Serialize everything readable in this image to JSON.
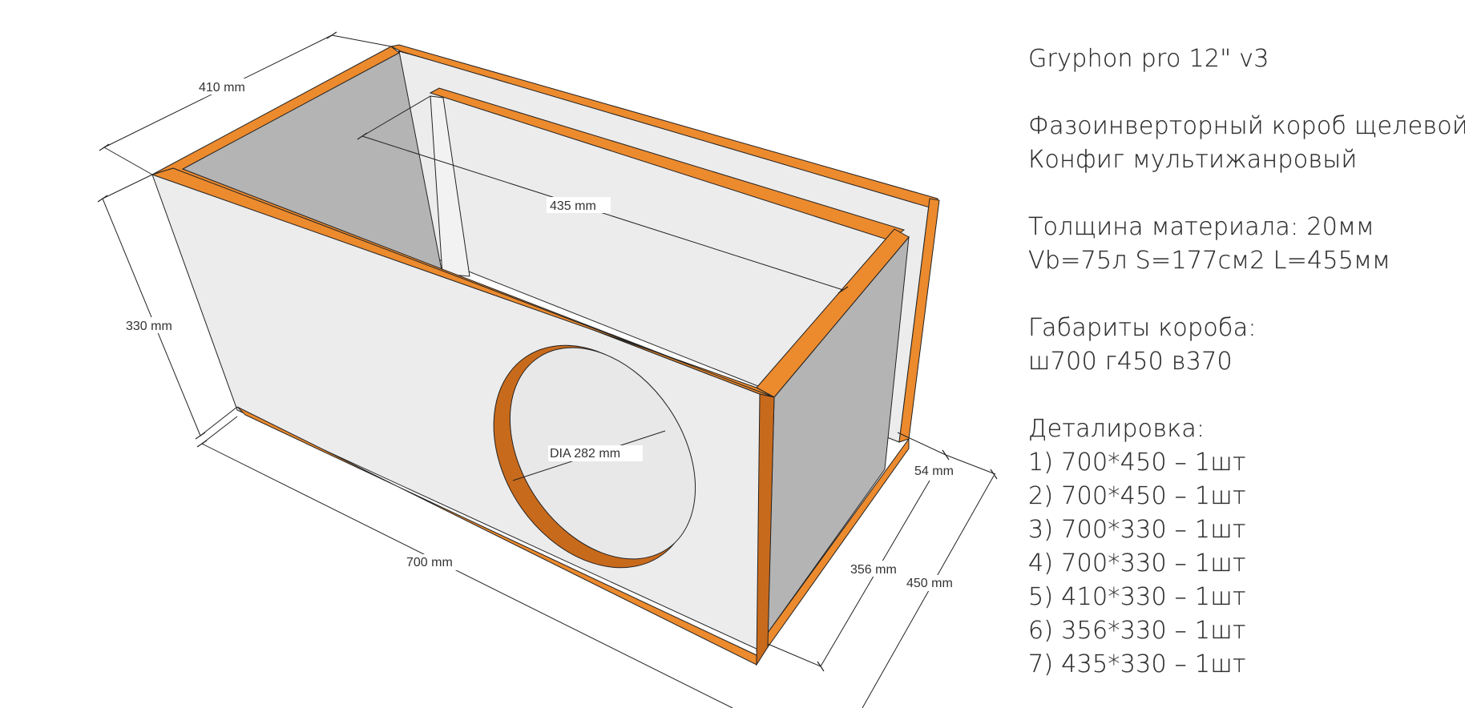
{
  "colors": {
    "wood_edge": "#ec8a2e",
    "wood_edge_dark": "#c86a1c",
    "panel_light": "#ececec",
    "panel_gray": "#b6b6b6",
    "line": "#222222",
    "text": "#333333"
  },
  "dimensions": {
    "width_top": "410 mm",
    "inner_wall": "435 mm",
    "height": "330 mm",
    "length": "700 mm",
    "speaker_hole": "DIA 282 mm",
    "port_width": "54 mm",
    "depth_inner": "356 mm",
    "depth_outer": "450 mm"
  },
  "spec": {
    "title": "Gryphon pro 12\" v3",
    "type_line_1": "Фазоинверторный короб щелевой",
    "type_line_2": "Конфиг мультижанровый",
    "material_line": "Толщина материала: 20мм",
    "params_line": "Vb=75л S=177см2 L=455мм",
    "size_heading": "Габариты короба:",
    "size_values": "ш700 г450 в370",
    "parts_heading": "Деталировка:",
    "parts": [
      "1) 700*450 – 1шт",
      "2) 700*450 – 1шт",
      "3) 700*330 – 1шт",
      "4) 700*330 – 1шт",
      "5) 410*330 – 1шт",
      "6) 356*330 – 1шт",
      "7) 435*330 – 1шт"
    ]
  }
}
